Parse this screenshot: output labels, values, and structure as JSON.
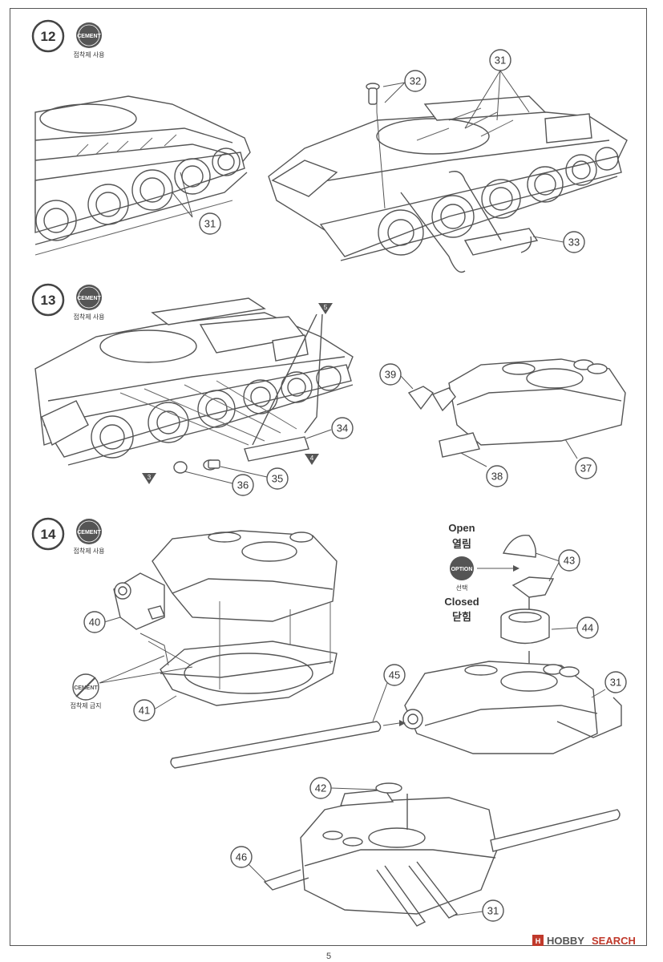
{
  "steps": [
    {
      "number": "12",
      "cement_label": "CEMENT",
      "cement_note": "접착제 사용"
    },
    {
      "number": "13",
      "cement_label": "CEMENT",
      "cement_note": "접착제 사용"
    },
    {
      "number": "14",
      "cement_label": "CEMENT",
      "cement_note": "접착제 사용"
    }
  ],
  "no_cement": {
    "label": "CEMENT",
    "note": "접착제 금지"
  },
  "option": {
    "open_label": "Open",
    "open_ko": "열림",
    "badge": "OPTION",
    "badge_ko": "선택",
    "closed_label": "Closed",
    "closed_ko": "닫힘"
  },
  "parts": {
    "p31a": "31",
    "p31b": "31",
    "p32": "32",
    "p33": "33",
    "p34": "34",
    "p35": "35",
    "p36": "36",
    "p37": "37",
    "p38": "38",
    "p39": "39",
    "p40": "40",
    "p41": "41",
    "p42": "42",
    "p43": "43",
    "p44": "44",
    "p45": "45",
    "p46": "46",
    "p31c": "31",
    "p31d": "31"
  },
  "markers": {
    "m5": "5",
    "m4": "4",
    "m3": "3"
  },
  "watermark": {
    "brand": "HOBBY",
    "brand2": "SEARCH"
  },
  "page_number": "5"
}
